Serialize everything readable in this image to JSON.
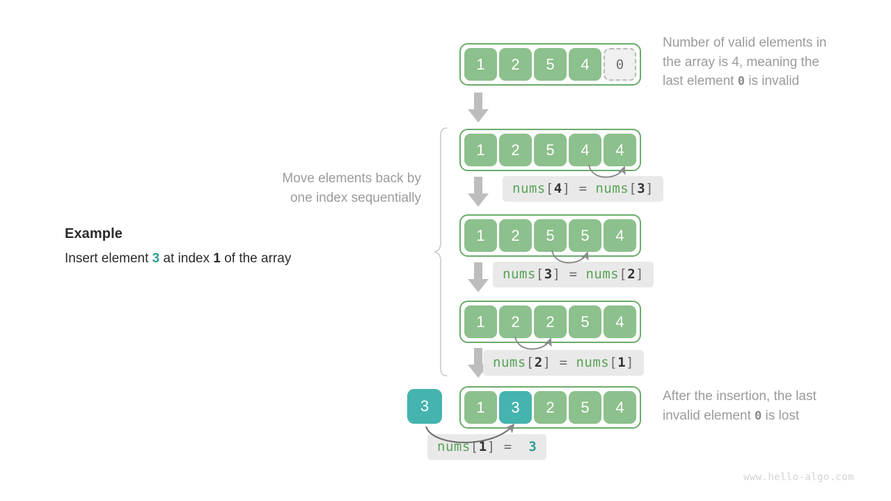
{
  "title": "Array insert element diagram",
  "example": {
    "heading": "Example",
    "line_prefix": "Insert element ",
    "value": "3",
    "line_middle": " at index ",
    "index": "1",
    "line_suffix": " of the array"
  },
  "notes": {
    "top_right_a": "Number of valid elements in",
    "top_right_b": "the array is 4, meaning the",
    "top_right_c_prefix": "last element ",
    "top_right_c_value": "0",
    "top_right_c_suffix": " is invalid",
    "left_mid_a": "Move elements back by",
    "left_mid_b": "one index sequentially",
    "bottom_right_a": "After the insertion, the last",
    "bottom_right_b_prefix": "invalid element ",
    "bottom_right_b_value": "0",
    "bottom_right_b_suffix": " is lost"
  },
  "rows": [
    {
      "name": "row-initial",
      "cells": [
        {
          "value": "1",
          "state": "valid"
        },
        {
          "value": "2",
          "state": "valid"
        },
        {
          "value": "5",
          "state": "valid"
        },
        {
          "value": "4",
          "state": "valid"
        },
        {
          "value": "0",
          "state": "invalid"
        }
      ]
    },
    {
      "name": "row-shift-4",
      "cells": [
        {
          "value": "1",
          "state": "valid"
        },
        {
          "value": "2",
          "state": "valid"
        },
        {
          "value": "5",
          "state": "valid"
        },
        {
          "value": "4",
          "state": "valid"
        },
        {
          "value": "4",
          "state": "valid"
        }
      ]
    },
    {
      "name": "row-shift-3",
      "cells": [
        {
          "value": "1",
          "state": "valid"
        },
        {
          "value": "2",
          "state": "valid"
        },
        {
          "value": "5",
          "state": "valid"
        },
        {
          "value": "5",
          "state": "valid"
        },
        {
          "value": "4",
          "state": "valid"
        }
      ]
    },
    {
      "name": "row-shift-2",
      "cells": [
        {
          "value": "1",
          "state": "valid"
        },
        {
          "value": "2",
          "state": "valid"
        },
        {
          "value": "2",
          "state": "valid"
        },
        {
          "value": "5",
          "state": "valid"
        },
        {
          "value": "4",
          "state": "valid"
        }
      ]
    },
    {
      "name": "row-final",
      "cells": [
        {
          "value": "1",
          "state": "valid"
        },
        {
          "value": "3",
          "state": "inserted"
        },
        {
          "value": "2",
          "state": "valid"
        },
        {
          "value": "5",
          "state": "valid"
        },
        {
          "value": "4",
          "state": "valid"
        }
      ]
    }
  ],
  "incoming_value": "3",
  "code_labels": [
    {
      "name": "code-nums4-eq-nums3",
      "fn1": "nums",
      "ob1": "[",
      "idx1": "4",
      "cb1": "]",
      "eq": "=",
      "fn2": "nums",
      "ob2": "[",
      "idx2": "3",
      "cb2": "]"
    },
    {
      "name": "code-nums3-eq-nums2",
      "fn1": "nums",
      "ob1": "[",
      "idx1": "3",
      "cb1": "]",
      "eq": "=",
      "fn2": "nums",
      "ob2": "[",
      "idx2": "2",
      "cb2": "]"
    },
    {
      "name": "code-nums2-eq-nums1",
      "fn1": "nums",
      "ob1": "[",
      "idx1": "2",
      "cb1": "]",
      "eq": "=",
      "fn2": "nums",
      "ob2": "[",
      "idx2": "1",
      "cb2": "]"
    },
    {
      "name": "code-nums1-eq-3",
      "fn1": "nums",
      "ob1": "[",
      "idx1": "1",
      "cb1": "]",
      "eq": "=",
      "val": "3"
    }
  ],
  "watermark": "www.hello-algo.com",
  "colors": {
    "cell_green": "#8cc08c",
    "cell_teal": "#45b3ae",
    "container_border": "#6aab6a",
    "invalid_fill": "#f0f0f0",
    "invalid_border": "#b9b9b9",
    "note_gray": "#9b9b9b",
    "arrow_gray": "#bdbdbd",
    "curve_gray": "#8a8a8a",
    "code_bg": "#e9e9e9",
    "code_fn": "#57a357",
    "text_dark": "#2b2b2b",
    "accent_teal": "#2e9e93",
    "watermark": "#d3d3d3"
  }
}
